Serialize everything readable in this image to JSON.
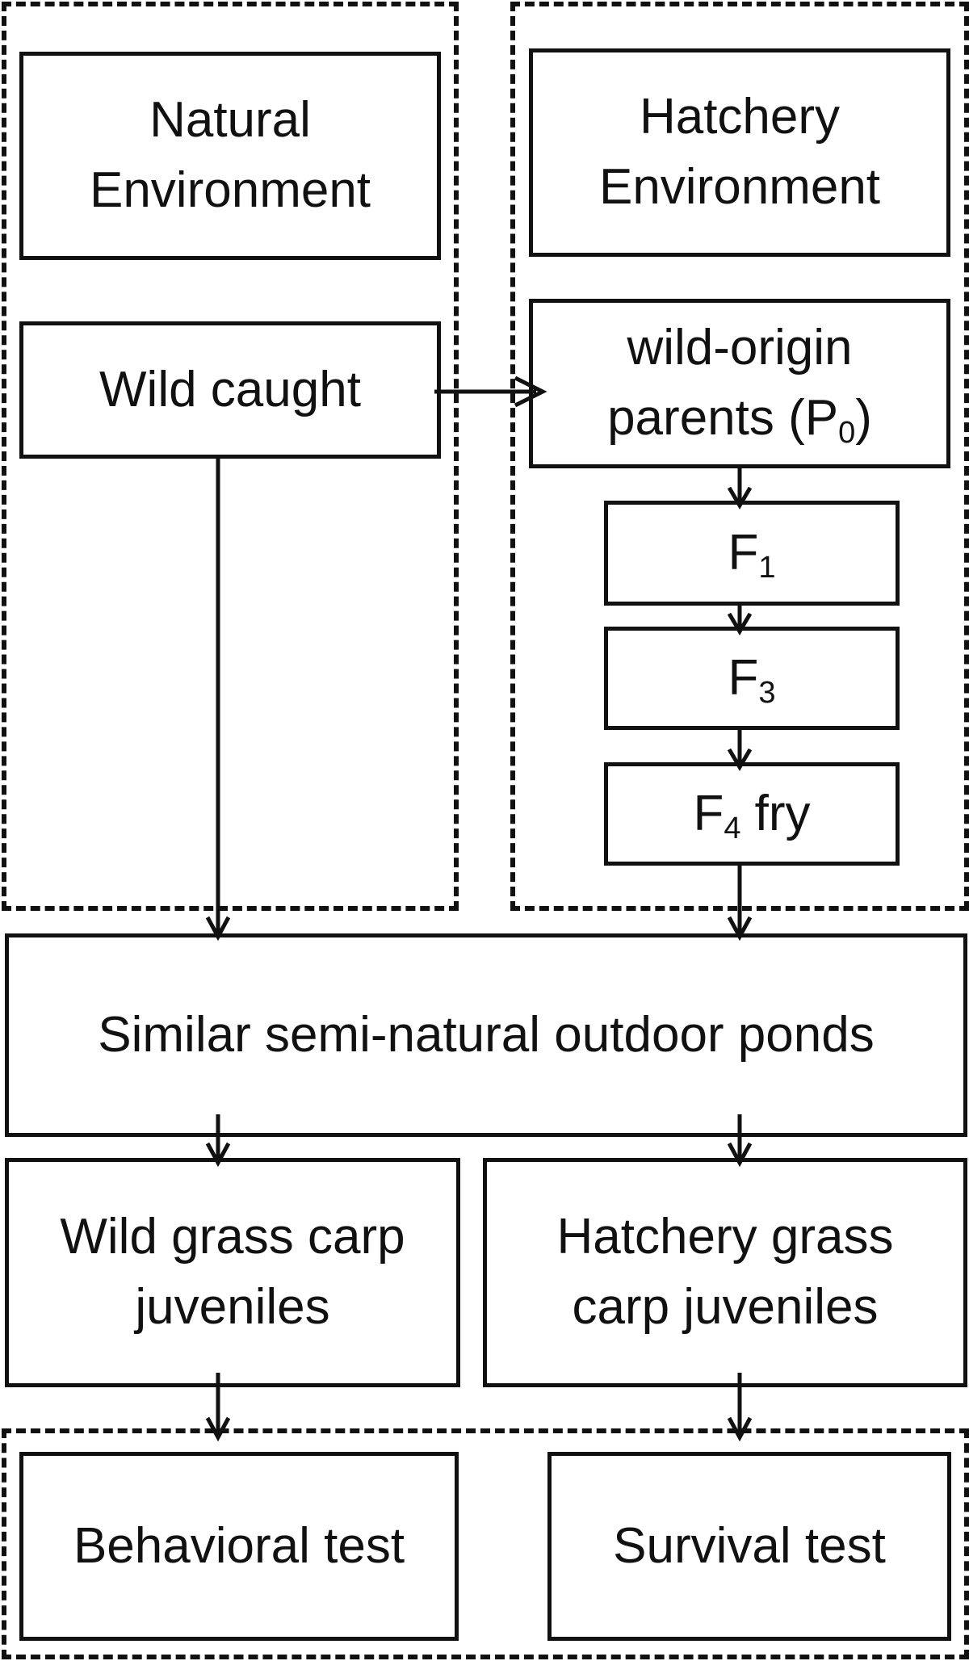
{
  "groups": {
    "natural": {},
    "hatchery": {},
    "tests": {}
  },
  "nodes": {
    "natural_env": {
      "line1": "Natural",
      "line2": "Environment"
    },
    "hatchery_env": {
      "line1": "Hatchery",
      "line2": "Environment"
    },
    "wild_caught": {
      "label": "Wild caught"
    },
    "wild_origin_parents": {
      "line1": "wild-origin",
      "line2_prefix": "parents (P",
      "line2_sub": "0",
      "line2_suffix": ")"
    },
    "f1": {
      "main": "F",
      "sub": "1"
    },
    "f3": {
      "main": "F",
      "sub": "3"
    },
    "f4_fry": {
      "main": "F",
      "sub": "4",
      "suffix": " fry"
    },
    "ponds": {
      "label": "Similar semi-natural outdoor ponds"
    },
    "wild_juveniles": {
      "line1": "Wild grass carp",
      "line2": "juveniles"
    },
    "hatchery_juveniles": {
      "line1": "Hatchery grass",
      "line2": "carp juveniles"
    },
    "behavioral_test": {
      "label": "Behavioral test"
    },
    "survival_test": {
      "label": "Survival test"
    }
  },
  "edges": [
    {
      "from": "Wild caught",
      "to": "wild-origin parents (P0)"
    },
    {
      "from": "wild-origin parents (P0)",
      "to": "F1"
    },
    {
      "from": "F1",
      "to": "F3"
    },
    {
      "from": "F3",
      "to": "F4 fry"
    },
    {
      "from": "Wild caught",
      "to": "Similar semi-natural outdoor ponds"
    },
    {
      "from": "F4 fry",
      "to": "Similar semi-natural outdoor ponds"
    },
    {
      "from": "Similar semi-natural outdoor ponds",
      "to": "Wild grass carp juveniles"
    },
    {
      "from": "Similar semi-natural outdoor ponds",
      "to": "Hatchery grass carp juveniles"
    },
    {
      "from": "Wild grass carp juveniles",
      "to": "Behavioral test"
    },
    {
      "from": "Hatchery grass carp juveniles",
      "to": "Survival test"
    }
  ],
  "colors": {
    "line": "#111111",
    "background": "#ffffff"
  }
}
